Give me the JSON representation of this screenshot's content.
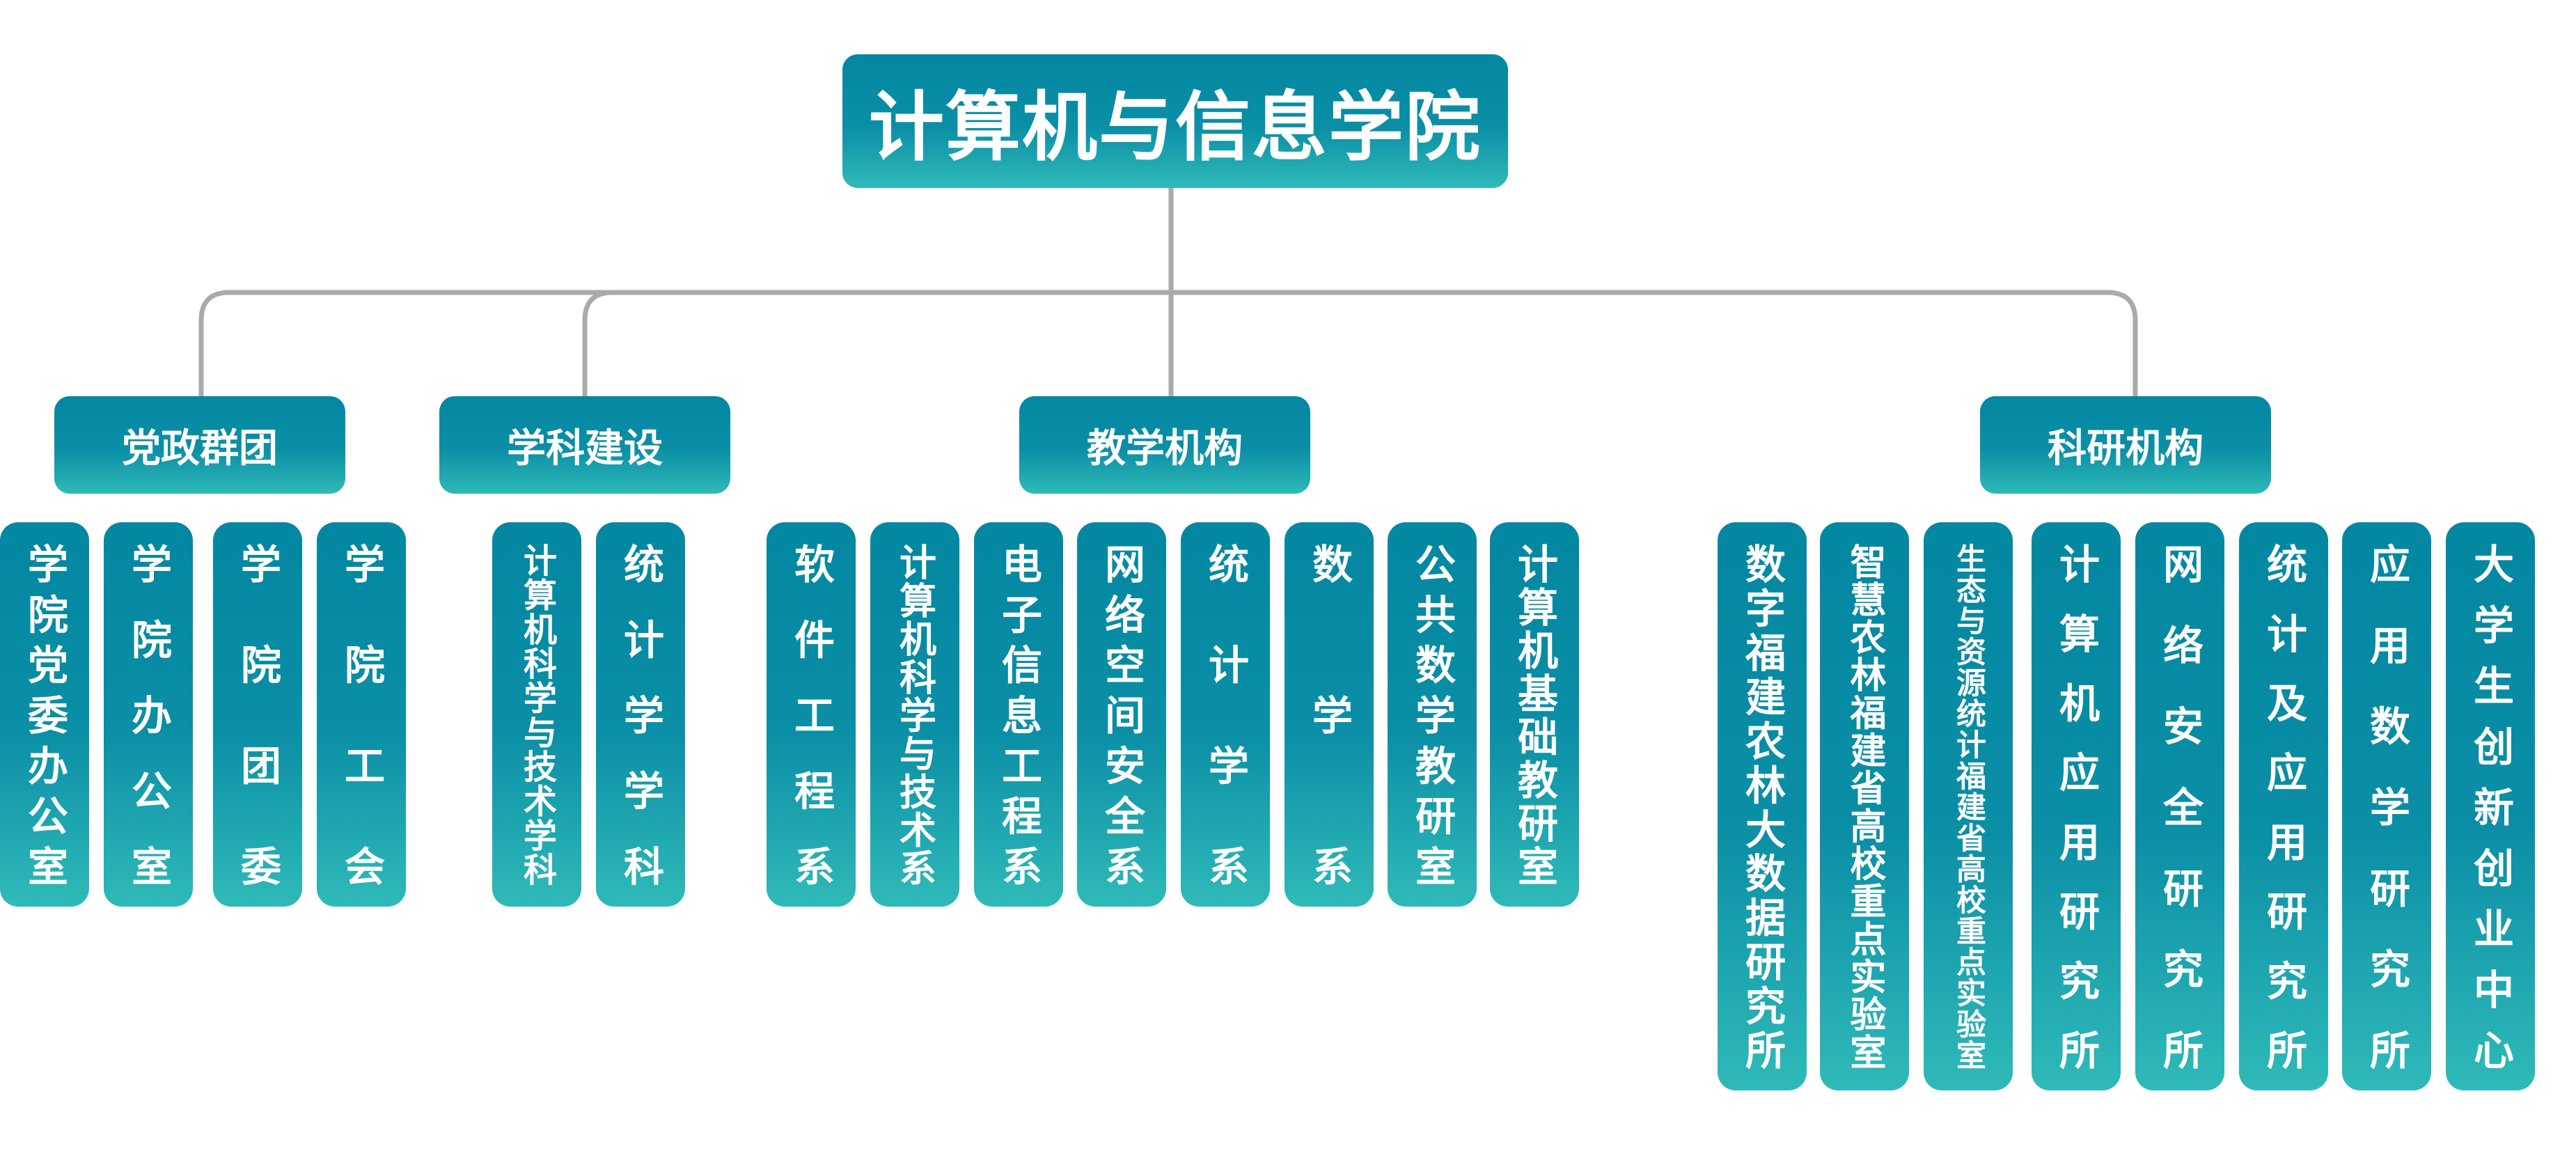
{
  "root": "计算机与信息学院",
  "line_color": "#aaaaaa",
  "groups": [
    {
      "name": "党政群团",
      "items": [
        "学院党委办公室",
        "学院办公室",
        "学院团委",
        "学院工会"
      ]
    },
    {
      "name": "学科建设",
      "items": [
        "计算机科学与技术学科",
        "统计学学科"
      ]
    },
    {
      "name": "教学机构",
      "items": [
        "软件工程系",
        "计算机科学与技术系",
        "电子信息工程系",
        "网络空间安全系",
        "统计学系",
        "数学系",
        "公共数学教研室",
        "计算机基础教研室"
      ]
    },
    {
      "name": "科研机构",
      "items": [
        "数字福建农林大数据研究所",
        "智慧农林福建省高校重点实验室",
        "生态与资源统计福建省高校重点实验室",
        "计算机应用研究所",
        "网络安全研究所",
        "统计及应用研究所",
        "应用数学研究所",
        "大学生创新创业中心"
      ]
    }
  ]
}
